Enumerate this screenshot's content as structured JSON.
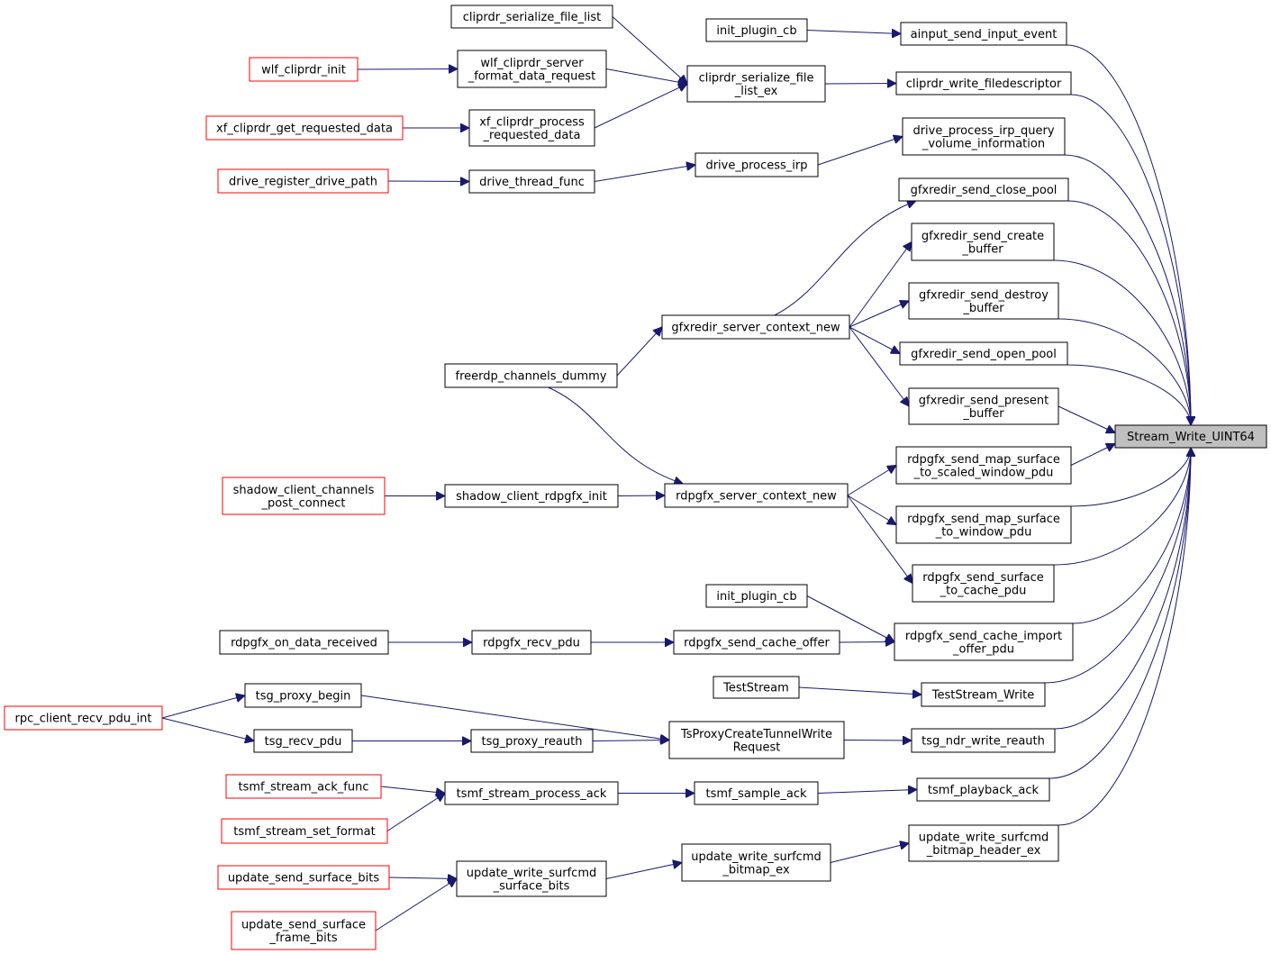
{
  "colors": {
    "edge": "#191970",
    "node_border": "#000000",
    "incomplete_node_border": "#ff0000",
    "root_fill": "#bfbfbf",
    "node_fill": "#ffffff"
  },
  "root": "Stream_Write_UINT64",
  "nodes": [
    {
      "id": "root",
      "lines": [
        "Stream_Write_UINT64"
      ],
      "style": "root"
    },
    {
      "id": "ainput_send_input_event",
      "lines": [
        "ainput_send_input_event"
      ],
      "style": "black"
    },
    {
      "id": "init_plugin_cb_1",
      "lines": [
        "init_plugin_cb"
      ],
      "style": "black"
    },
    {
      "id": "cliprdr_write_filedescriptor",
      "lines": [
        "cliprdr_write_filedescriptor"
      ],
      "style": "black"
    },
    {
      "id": "cliprdr_serialize_file_list_ex",
      "lines": [
        "cliprdr_serialize_file",
        "_list_ex"
      ],
      "style": "black"
    },
    {
      "id": "cliprdr_serialize_file_list",
      "lines": [
        "cliprdr_serialize_file_list"
      ],
      "style": "black"
    },
    {
      "id": "wlf_cliprdr_server_format_data_request",
      "lines": [
        "wlf_cliprdr_server",
        "_format_data_request"
      ],
      "style": "black"
    },
    {
      "id": "wlf_cliprdr_init",
      "lines": [
        "wlf_cliprdr_init"
      ],
      "style": "red"
    },
    {
      "id": "xf_cliprdr_process_requested_data",
      "lines": [
        "xf_cliprdr_process",
        "_requested_data"
      ],
      "style": "black"
    },
    {
      "id": "xf_cliprdr_get_requested_data",
      "lines": [
        "xf_cliprdr_get_requested_data"
      ],
      "style": "red"
    },
    {
      "id": "drive_process_irp_query_volume_information",
      "lines": [
        "drive_process_irp_query",
        "_volume_information"
      ],
      "style": "black"
    },
    {
      "id": "drive_process_irp",
      "lines": [
        "drive_process_irp"
      ],
      "style": "black"
    },
    {
      "id": "drive_thread_func",
      "lines": [
        "drive_thread_func"
      ],
      "style": "black"
    },
    {
      "id": "drive_register_drive_path",
      "lines": [
        "drive_register_drive_path"
      ],
      "style": "red"
    },
    {
      "id": "gfxredir_send_close_pool",
      "lines": [
        "gfxredir_send_close_pool"
      ],
      "style": "black"
    },
    {
      "id": "gfxredir_send_create_buffer",
      "lines": [
        "gfxredir_send_create",
        "_buffer"
      ],
      "style": "black"
    },
    {
      "id": "gfxredir_send_destroy_buffer",
      "lines": [
        "gfxredir_send_destroy",
        "_buffer"
      ],
      "style": "black"
    },
    {
      "id": "gfxredir_send_open_pool",
      "lines": [
        "gfxredir_send_open_pool"
      ],
      "style": "black"
    },
    {
      "id": "gfxredir_send_present_buffer",
      "lines": [
        "gfxredir_send_present",
        "_buffer"
      ],
      "style": "black"
    },
    {
      "id": "gfxredir_server_context_new",
      "lines": [
        "gfxredir_server_context_new"
      ],
      "style": "black"
    },
    {
      "id": "freerdp_channels_dummy",
      "lines": [
        "freerdp_channels_dummy"
      ],
      "style": "black"
    },
    {
      "id": "rdpgfx_send_map_surface_to_scaled_window_pdu",
      "lines": [
        "rdpgfx_send_map_surface",
        "_to_scaled_window_pdu"
      ],
      "style": "black"
    },
    {
      "id": "rdpgfx_server_context_new",
      "lines": [
        "rdpgfx_server_context_new"
      ],
      "style": "black"
    },
    {
      "id": "shadow_client_rdpgfx_init",
      "lines": [
        "shadow_client_rdpgfx_init"
      ],
      "style": "black"
    },
    {
      "id": "shadow_client_channels_post_connect",
      "lines": [
        "shadow_client_channels",
        "_post_connect"
      ],
      "style": "red"
    },
    {
      "id": "rdpgfx_send_map_surface_to_window_pdu",
      "lines": [
        "rdpgfx_send_map_surface",
        "_to_window_pdu"
      ],
      "style": "black"
    },
    {
      "id": "rdpgfx_send_surface_to_cache_pdu",
      "lines": [
        "rdpgfx_send_surface",
        "_to_cache_pdu"
      ],
      "style": "black"
    },
    {
      "id": "rdpgfx_send_cache_import_offer_pdu",
      "lines": [
        "rdpgfx_send_cache_import",
        "_offer_pdu"
      ],
      "style": "black"
    },
    {
      "id": "init_plugin_cb_2",
      "lines": [
        "init_plugin_cb"
      ],
      "style": "black"
    },
    {
      "id": "rdpgfx_send_cache_offer",
      "lines": [
        "rdpgfx_send_cache_offer"
      ],
      "style": "black"
    },
    {
      "id": "rdpgfx_recv_pdu",
      "lines": [
        "rdpgfx_recv_pdu"
      ],
      "style": "black"
    },
    {
      "id": "rdpgfx_on_data_received",
      "lines": [
        "rdpgfx_on_data_received"
      ],
      "style": "black"
    },
    {
      "id": "TestStream_Write",
      "lines": [
        "TestStream_Write"
      ],
      "style": "black"
    },
    {
      "id": "TestStream",
      "lines": [
        "TestStream"
      ],
      "style": "black"
    },
    {
      "id": "tsg_ndr_write_reauth",
      "lines": [
        "tsg_ndr_write_reauth"
      ],
      "style": "black"
    },
    {
      "id": "TsProxyCreateTunnelWriteRequest",
      "lines": [
        "TsProxyCreateTunnelWrite",
        "Request"
      ],
      "style": "black"
    },
    {
      "id": "tsg_proxy_begin",
      "lines": [
        "tsg_proxy_begin"
      ],
      "style": "black"
    },
    {
      "id": "rpc_client_recv_pdu_int",
      "lines": [
        "rpc_client_recv_pdu_int"
      ],
      "style": "red"
    },
    {
      "id": "tsg_proxy_reauth",
      "lines": [
        "tsg_proxy_reauth"
      ],
      "style": "black"
    },
    {
      "id": "tsg_recv_pdu",
      "lines": [
        "tsg_recv_pdu"
      ],
      "style": "black"
    },
    {
      "id": "tsmf_playback_ack",
      "lines": [
        "tsmf_playback_ack"
      ],
      "style": "black"
    },
    {
      "id": "tsmf_sample_ack",
      "lines": [
        "tsmf_sample_ack"
      ],
      "style": "black"
    },
    {
      "id": "tsmf_stream_process_ack",
      "lines": [
        "tsmf_stream_process_ack"
      ],
      "style": "black"
    },
    {
      "id": "tsmf_stream_ack_func",
      "lines": [
        "tsmf_stream_ack_func"
      ],
      "style": "red"
    },
    {
      "id": "tsmf_stream_set_format",
      "lines": [
        "tsmf_stream_set_format"
      ],
      "style": "red"
    },
    {
      "id": "update_write_surfcmd_bitmap_header_ex",
      "lines": [
        "update_write_surfcmd",
        "_bitmap_header_ex"
      ],
      "style": "black"
    },
    {
      "id": "update_write_surfcmd_bitmap_ex",
      "lines": [
        "update_write_surfcmd",
        "_bitmap_ex"
      ],
      "style": "black"
    },
    {
      "id": "update_write_surfcmd_surface_bits",
      "lines": [
        "update_write_surfcmd",
        "_surface_bits"
      ],
      "style": "black"
    },
    {
      "id": "update_send_surface_bits",
      "lines": [
        "update_send_surface_bits"
      ],
      "style": "red"
    },
    {
      "id": "update_send_surface_frame_bits",
      "lines": [
        "update_send_surface",
        "_frame_bits"
      ],
      "style": "red"
    }
  ],
  "edges": [
    [
      "ainput_send_input_event",
      "root"
    ],
    [
      "cliprdr_write_filedescriptor",
      "root"
    ],
    [
      "drive_process_irp_query_volume_information",
      "root"
    ],
    [
      "gfxredir_send_close_pool",
      "root"
    ],
    [
      "gfxredir_send_create_buffer",
      "root"
    ],
    [
      "gfxredir_send_destroy_buffer",
      "root"
    ],
    [
      "gfxredir_send_open_pool",
      "root"
    ],
    [
      "gfxredir_send_present_buffer",
      "root"
    ],
    [
      "rdpgfx_send_map_surface_to_scaled_window_pdu",
      "root"
    ],
    [
      "rdpgfx_send_map_surface_to_window_pdu",
      "root"
    ],
    [
      "rdpgfx_send_surface_to_cache_pdu",
      "root"
    ],
    [
      "rdpgfx_send_cache_import_offer_pdu",
      "root"
    ],
    [
      "TestStream_Write",
      "root"
    ],
    [
      "tsg_ndr_write_reauth",
      "root"
    ],
    [
      "tsmf_playback_ack",
      "root"
    ],
    [
      "update_write_surfcmd_bitmap_header_ex",
      "root"
    ],
    [
      "init_plugin_cb_1",
      "ainput_send_input_event"
    ],
    [
      "cliprdr_serialize_file_list_ex",
      "cliprdr_write_filedescriptor"
    ],
    [
      "cliprdr_serialize_file_list",
      "cliprdr_serialize_file_list_ex"
    ],
    [
      "wlf_cliprdr_server_format_data_request",
      "cliprdr_serialize_file_list_ex"
    ],
    [
      "xf_cliprdr_process_requested_data",
      "cliprdr_serialize_file_list_ex"
    ],
    [
      "wlf_cliprdr_init",
      "wlf_cliprdr_server_format_data_request"
    ],
    [
      "xf_cliprdr_get_requested_data",
      "xf_cliprdr_process_requested_data"
    ],
    [
      "drive_process_irp",
      "drive_process_irp_query_volume_information"
    ],
    [
      "drive_thread_func",
      "drive_process_irp"
    ],
    [
      "drive_register_drive_path",
      "drive_thread_func"
    ],
    [
      "gfxredir_server_context_new",
      "gfxredir_send_close_pool"
    ],
    [
      "gfxredir_server_context_new",
      "gfxredir_send_create_buffer"
    ],
    [
      "gfxredir_server_context_new",
      "gfxredir_send_destroy_buffer"
    ],
    [
      "gfxredir_server_context_new",
      "gfxredir_send_open_pool"
    ],
    [
      "gfxredir_server_context_new",
      "gfxredir_send_present_buffer"
    ],
    [
      "freerdp_channels_dummy",
      "gfxredir_server_context_new"
    ],
    [
      "freerdp_channels_dummy",
      "rdpgfx_server_context_new"
    ],
    [
      "rdpgfx_server_context_new",
      "rdpgfx_send_map_surface_to_scaled_window_pdu"
    ],
    [
      "rdpgfx_server_context_new",
      "rdpgfx_send_map_surface_to_window_pdu"
    ],
    [
      "rdpgfx_server_context_new",
      "rdpgfx_send_surface_to_cache_pdu"
    ],
    [
      "shadow_client_rdpgfx_init",
      "rdpgfx_server_context_new"
    ],
    [
      "shadow_client_channels_post_connect",
      "shadow_client_rdpgfx_init"
    ],
    [
      "init_plugin_cb_2",
      "rdpgfx_send_cache_import_offer_pdu"
    ],
    [
      "rdpgfx_send_cache_offer",
      "rdpgfx_send_cache_import_offer_pdu"
    ],
    [
      "rdpgfx_recv_pdu",
      "rdpgfx_send_cache_offer"
    ],
    [
      "rdpgfx_on_data_received",
      "rdpgfx_recv_pdu"
    ],
    [
      "TestStream",
      "TestStream_Write"
    ],
    [
      "TsProxyCreateTunnelWriteRequest",
      "tsg_ndr_write_reauth"
    ],
    [
      "tsg_proxy_begin",
      "TsProxyCreateTunnelWriteRequest"
    ],
    [
      "tsg_proxy_reauth",
      "TsProxyCreateTunnelWriteRequest"
    ],
    [
      "rpc_client_recv_pdu_int",
      "tsg_proxy_begin"
    ],
    [
      "rpc_client_recv_pdu_int",
      "tsg_recv_pdu"
    ],
    [
      "tsg_recv_pdu",
      "tsg_proxy_reauth"
    ],
    [
      "tsmf_sample_ack",
      "tsmf_playback_ack"
    ],
    [
      "tsmf_stream_process_ack",
      "tsmf_sample_ack"
    ],
    [
      "tsmf_stream_ack_func",
      "tsmf_stream_process_ack"
    ],
    [
      "tsmf_stream_set_format",
      "tsmf_stream_process_ack"
    ],
    [
      "update_write_surfcmd_bitmap_ex",
      "update_write_surfcmd_bitmap_header_ex"
    ],
    [
      "update_write_surfcmd_surface_bits",
      "update_write_surfcmd_bitmap_ex"
    ],
    [
      "update_send_surface_bits",
      "update_write_surfcmd_surface_bits"
    ],
    [
      "update_send_surface_frame_bits",
      "update_write_surfcmd_surface_bits"
    ]
  ]
}
